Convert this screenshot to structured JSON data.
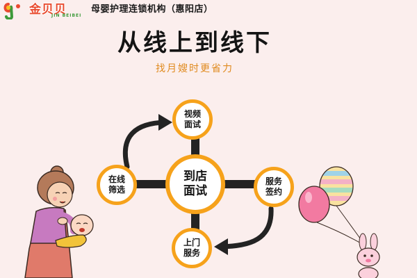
{
  "header": {
    "logo_cn": "金贝贝",
    "logo_en": "JIN BEIBEI",
    "org_name": "母婴护理连锁机构（惠阳店）"
  },
  "title": "从线上到线下",
  "subtitle": "找月嫂时更省力",
  "nodes": {
    "video": {
      "line1": "视频",
      "line2": "面试"
    },
    "online": {
      "line1": "在线",
      "line2": "筛选"
    },
    "center": {
      "line1": "到店",
      "line2": "面试"
    },
    "sign": {
      "line1": "服务",
      "line2": "签约"
    },
    "visit": {
      "line1": "上门",
      "line2": "服务"
    }
  },
  "colors": {
    "background": "#fbeeed",
    "accent": "#f6a21b",
    "subtitle": "#e08a1e",
    "logo_red": "#e94b2f",
    "logo_green": "#3d9a3a"
  },
  "icons": [
    "brand-logo-icon",
    "mother-baby-illustration",
    "balloons-bunny-illustration"
  ]
}
